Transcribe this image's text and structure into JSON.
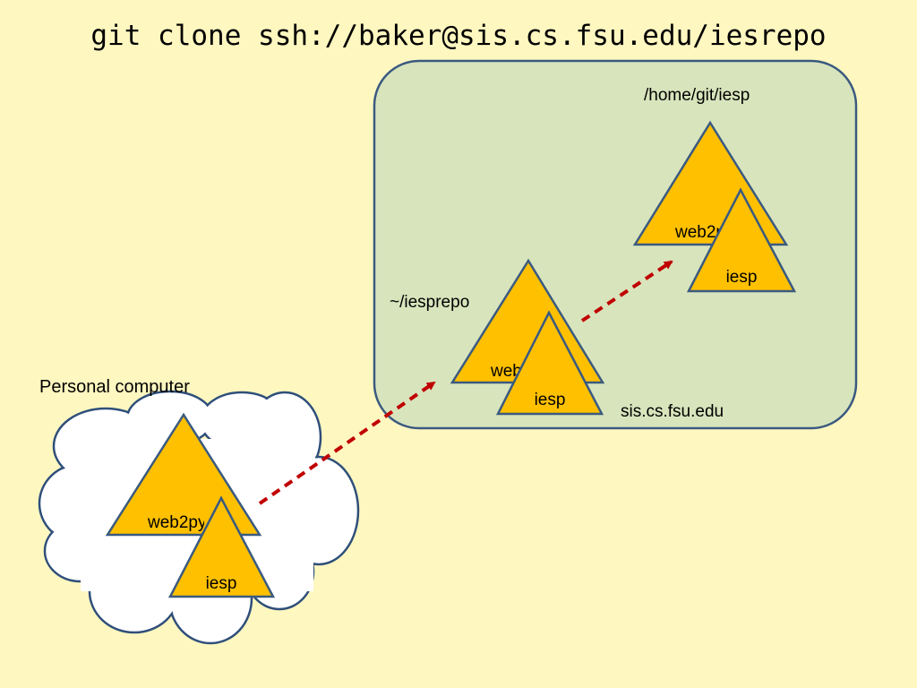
{
  "title": "git clone ssh://baker@sis.cs.fsu.edu/iesrepo",
  "server": {
    "host_label": "sis.cs.fsu.edu",
    "bare_repo_path": "/home/git/iesp",
    "clone_path": "~/iesprepo"
  },
  "personal": {
    "label": "Personal computer"
  },
  "repos": {
    "outer_label": "web2py",
    "inner_label": "iesp"
  },
  "colors": {
    "background": "#fff7c0",
    "server_box_fill": "#d8e4bc",
    "server_box_stroke": "#3a5a80",
    "triangle_fill": "#ffc000",
    "triangle_stroke": "#3a5a80",
    "cloud_fill": "#ffffff",
    "cloud_stroke": "#2f4f7a",
    "arrow": "#c00000"
  }
}
